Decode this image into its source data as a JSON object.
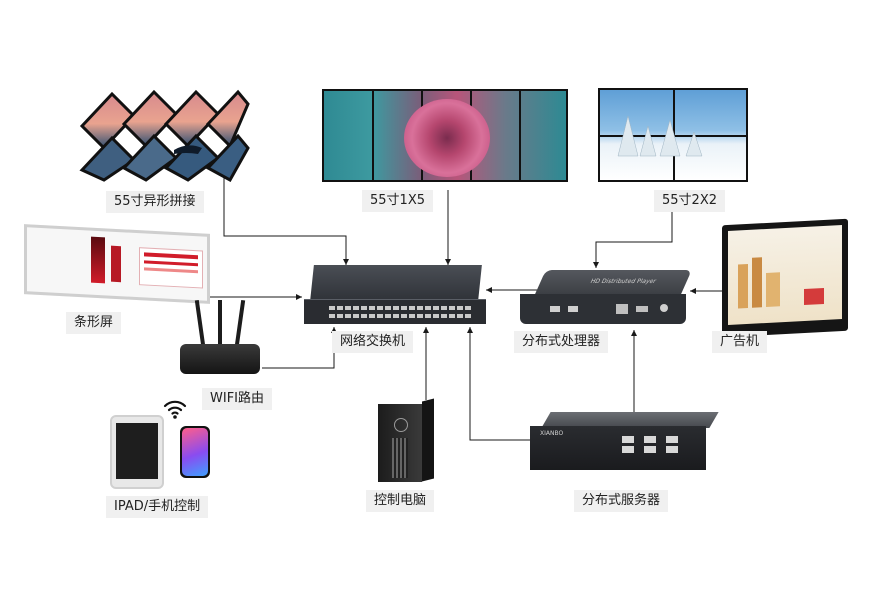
{
  "labels": {
    "special_splice": "55寸异形拼接",
    "wall_1x5": "55寸1X5",
    "wall_2x2": "55寸2X2",
    "bar_screen": "条形屏",
    "switch": "网络交换机",
    "distributed_processor": "分布式处理器",
    "ad_machine": "广告机",
    "wifi_router": "WIFI路由",
    "ipad_phone_control": "IPAD/手机控制",
    "control_pc": "控制电脑",
    "distributed_server": "分布式服务器"
  },
  "device_text": {
    "player_top": "HD Distributed Player",
    "server_brand": "XIANBO"
  },
  "colors": {
    "line": "#1a1a1a",
    "label_bg": "#f0f0f0",
    "device_dark": "#2b2b2b",
    "switch_body": "#3a3d42",
    "tile_pink": "#c85a7a",
    "tile_teal": "#2e8a94",
    "sky_blue": "#6aa6d8",
    "bar_red": "#d11c2a"
  }
}
